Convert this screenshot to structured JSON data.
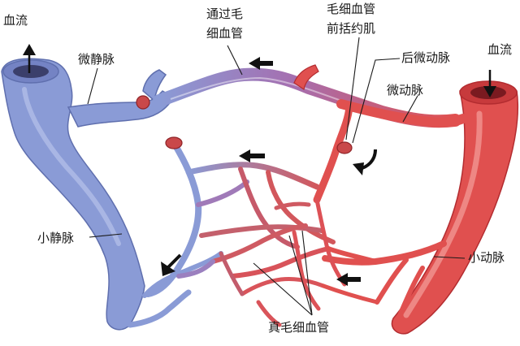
{
  "labels": {
    "blood_flow_left": "血流",
    "venule": "微静脉",
    "thoroughfare_channel_line1": "通过毛",
    "thoroughfare_channel_line2": "细血管",
    "precap_sphincter_line1": "毛细血管",
    "precap_sphincter_line2": "前括约肌",
    "metarteriole": "后微动脉",
    "arteriole": "微动脉",
    "blood_flow_right": "血流",
    "small_vein": "小静脉",
    "small_artery": "小动脉",
    "true_capillaries": "真毛细血管"
  },
  "colors": {
    "vein": "#8a9bd6",
    "vein_dark": "#5f6fae",
    "vein_light": "#b7c2ea",
    "artery": "#e0504f",
    "artery_dark": "#b32c30",
    "artery_light": "#f39a95",
    "lumen_dark": "#7a1a20",
    "vein_lumen": "#3b3f6b",
    "sphincter": "#c9484a",
    "label_text": "#1a1a1a"
  }
}
